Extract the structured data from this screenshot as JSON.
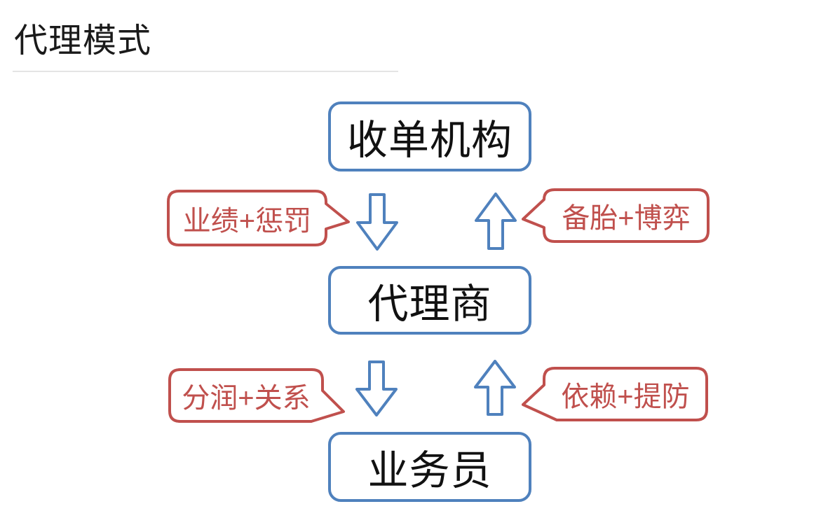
{
  "page": {
    "title": "代理模式"
  },
  "colors": {
    "node_border_blue": "#4F81BD",
    "arrow_blue": "#4F81BD",
    "callout_red": "#C0504D",
    "title_text": "#1A1A1A",
    "node_text": "#111111",
    "underline_gray": "#E4E4E4"
  },
  "diagram": {
    "nodes": [
      {
        "label": "收单机构"
      },
      {
        "label": "代理商"
      },
      {
        "label": "业务员"
      }
    ],
    "arrows": [
      {
        "direction": "down",
        "between": "收单机构 → 代理商"
      },
      {
        "direction": "up",
        "between": "代理商 → 收单机构"
      },
      {
        "direction": "down",
        "between": "代理商 → 业务员"
      },
      {
        "direction": "up",
        "between": "业务员 → 代理商"
      }
    ],
    "callouts": [
      {
        "label": "业绩+惩罚",
        "side": "left",
        "points_to": "down arrow (收单机构 → 代理商)"
      },
      {
        "label": "备胎+博弈",
        "side": "right",
        "points_to": "up arrow (代理商 → 收单机构)"
      },
      {
        "label": "分润+关系",
        "side": "left",
        "points_to": "down arrow (代理商 → 业务员)"
      },
      {
        "label": "依赖+提防",
        "side": "right",
        "points_to": "up arrow (业务员 → 代理商)"
      }
    ]
  }
}
